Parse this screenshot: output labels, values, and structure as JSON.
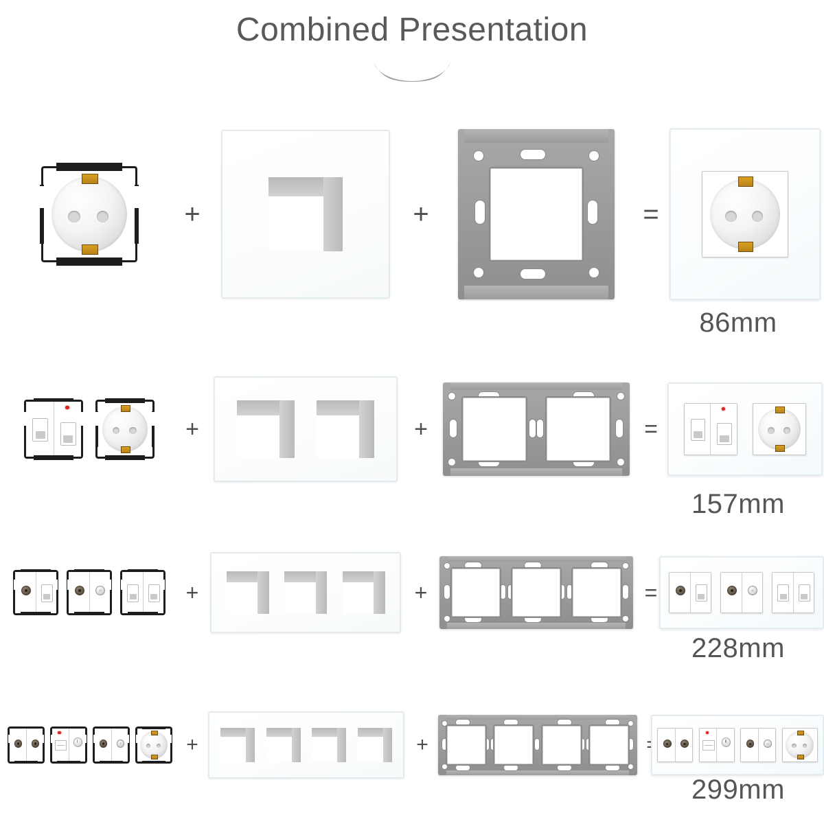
{
  "header": {
    "title": "Combined Presentation",
    "arc_icon": "curved-arc-down"
  },
  "operators": {
    "plus": "+",
    "equals": "="
  },
  "rows": [
    {
      "id": "row-1",
      "gang_count": 1,
      "size_label": "86mm",
      "modules": [
        {
          "type": "schuko-socket",
          "name": "schuko-socket-module"
        }
      ],
      "panel": {
        "name": "glass-panel-1-gang",
        "cutouts": 1
      },
      "bracket": {
        "name": "mounting-bracket-1-gang",
        "windows": 1
      },
      "result": {
        "name": "assembled-1-gang",
        "inserts": [
          "schuko-socket"
        ]
      }
    },
    {
      "id": "row-2",
      "gang_count": 2,
      "size_label": "157mm",
      "modules": [
        {
          "type": "data-dual-rj45-led",
          "name": "data-socket-module"
        },
        {
          "type": "schuko-socket",
          "name": "schuko-socket-module"
        }
      ],
      "panel": {
        "name": "glass-panel-2-gang",
        "cutouts": 2
      },
      "bracket": {
        "name": "mounting-bracket-2-gang",
        "windows": 2
      },
      "result": {
        "name": "assembled-2-gang",
        "inserts": [
          "data-dual-rj45-led",
          "schuko-socket"
        ]
      }
    },
    {
      "id": "row-3",
      "gang_count": 3,
      "size_label": "228mm",
      "modules": [
        {
          "type": "tv-coax-plus-rj45",
          "name": "tv-data-module"
        },
        {
          "type": "tv-coax-plus-sat",
          "name": "tv-sat-module"
        },
        {
          "type": "dual-rj45",
          "name": "dual-data-module"
        }
      ],
      "panel": {
        "name": "glass-panel-3-gang",
        "cutouts": 3
      },
      "bracket": {
        "name": "mounting-bracket-3-gang",
        "windows": 3
      },
      "result": {
        "name": "assembled-3-gang",
        "inserts": [
          "tv-coax-plus-rj45",
          "tv-coax-plus-sat",
          "dual-rj45"
        ]
      }
    },
    {
      "id": "row-4",
      "gang_count": 4,
      "size_label": "299mm",
      "modules": [
        {
          "type": "dual-coax",
          "name": "dual-coax-module"
        },
        {
          "type": "led-switch-knob",
          "name": "switch-dimmer-module"
        },
        {
          "type": "coax-plus-sat",
          "name": "coax-sat-module"
        },
        {
          "type": "schuko-socket",
          "name": "schuko-socket-module"
        }
      ],
      "panel": {
        "name": "glass-panel-4-gang",
        "cutouts": 4
      },
      "bracket": {
        "name": "mounting-bracket-4-gang",
        "windows": 4
      },
      "result": {
        "name": "assembled-4-gang",
        "inserts": [
          "dual-coax",
          "led-switch-knob",
          "coax-plus-sat",
          "schuko-socket"
        ]
      }
    }
  ],
  "colors": {
    "title": "#595959",
    "label": "#555555",
    "operator": "#4d4d4d",
    "module_frame": "#1d1d1d",
    "bracket": "#9a9a9a",
    "glass": "#ffffff",
    "led": "#e02020",
    "earth_contact": "#c8941f",
    "background": "#ffffff"
  }
}
